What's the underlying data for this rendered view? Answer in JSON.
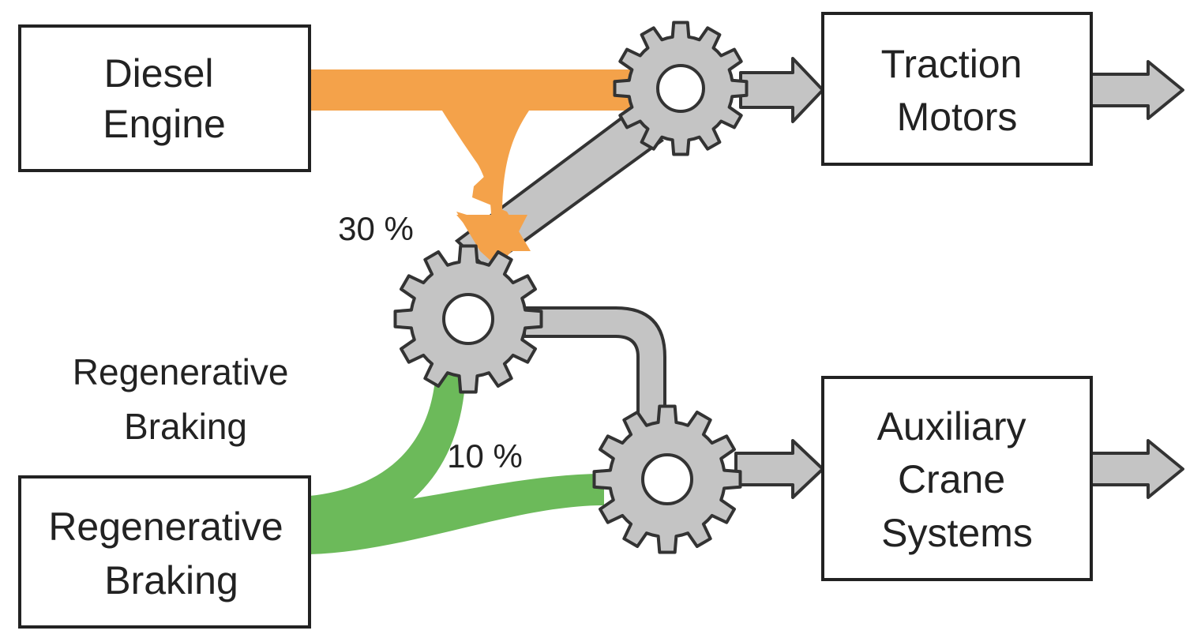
{
  "nodes": {
    "diesel_engine": {
      "lines": [
        "Diesel",
        "Engine"
      ]
    },
    "traction_motors": {
      "lines": [
        "Traction",
        "Motors"
      ]
    },
    "auxiliary_crane_systems": {
      "lines": [
        "Auxiliary",
        "Crane",
        "Systems"
      ]
    },
    "regenerative_braking_box": {
      "lines": [
        "Regenerative",
        "Braking"
      ]
    }
  },
  "labels": {
    "regenerative_braking_floating": [
      "Regenerative",
      "Braking"
    ],
    "pct_diesel": "30 %",
    "pct_regen": "10 %"
  },
  "colors": {
    "diesel_flow": "#f4a24a",
    "regen_flow": "#6cba5a",
    "mechanical": "#c4c4c4",
    "outline": "#333333",
    "box_border": "#222222"
  }
}
